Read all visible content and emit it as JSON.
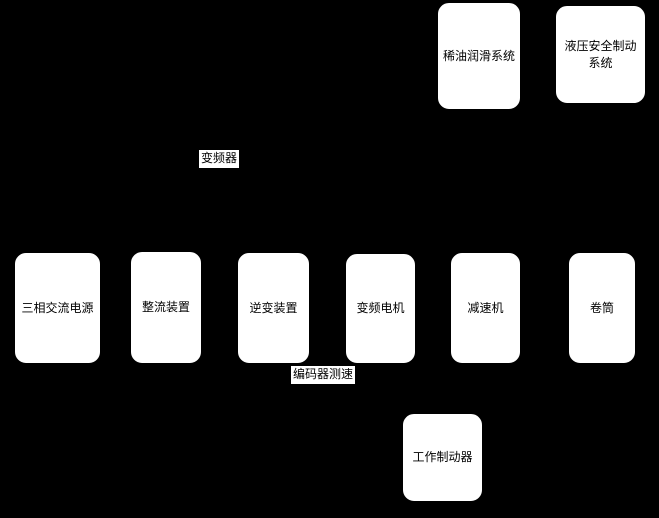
{
  "diagram": {
    "colors": {
      "background": "#000000",
      "node_fill": "#ffffff",
      "node_text": "#000000"
    },
    "top_boxes": [
      {
        "name": "oil-lubrication-system",
        "label": "稀油润滑系统"
      },
      {
        "name": "hydraulic-safety-brake-system",
        "label": "液压安全制动系统"
      }
    ],
    "floating_labels": [
      {
        "name": "frequency-converter",
        "text": "变频器"
      },
      {
        "name": "encoder-speed-measure",
        "text": "编码器测速"
      }
    ],
    "main_row": [
      {
        "name": "three-phase-ac-power",
        "label": "三相交流电源"
      },
      {
        "name": "rectifier-device",
        "label": "整流装置"
      },
      {
        "name": "inverter-device",
        "label": "逆变装置"
      },
      {
        "name": "variable-frequency-motor",
        "label": "变频电机"
      },
      {
        "name": "speed-reducer",
        "label": "减速机"
      },
      {
        "name": "drum",
        "label": "卷筒"
      }
    ],
    "bottom_box": {
      "name": "working-brake",
      "label": "工作制动器"
    }
  }
}
